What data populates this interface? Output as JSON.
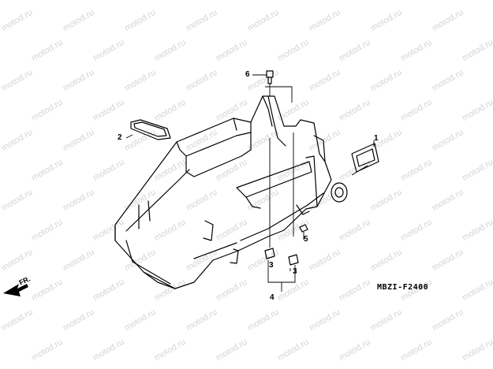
{
  "watermark": "motod.ru",
  "callouts": {
    "c1": "1",
    "c2": "2",
    "c3a": "3",
    "c3b": "3",
    "c4": "4",
    "c5": "5",
    "c6": "6"
  },
  "diagram_code": "MBZI-F2400",
  "direction_label": "FR.",
  "colors": {
    "line": "#000000",
    "watermark": "#d4d4d4",
    "background": "#ffffff"
  }
}
